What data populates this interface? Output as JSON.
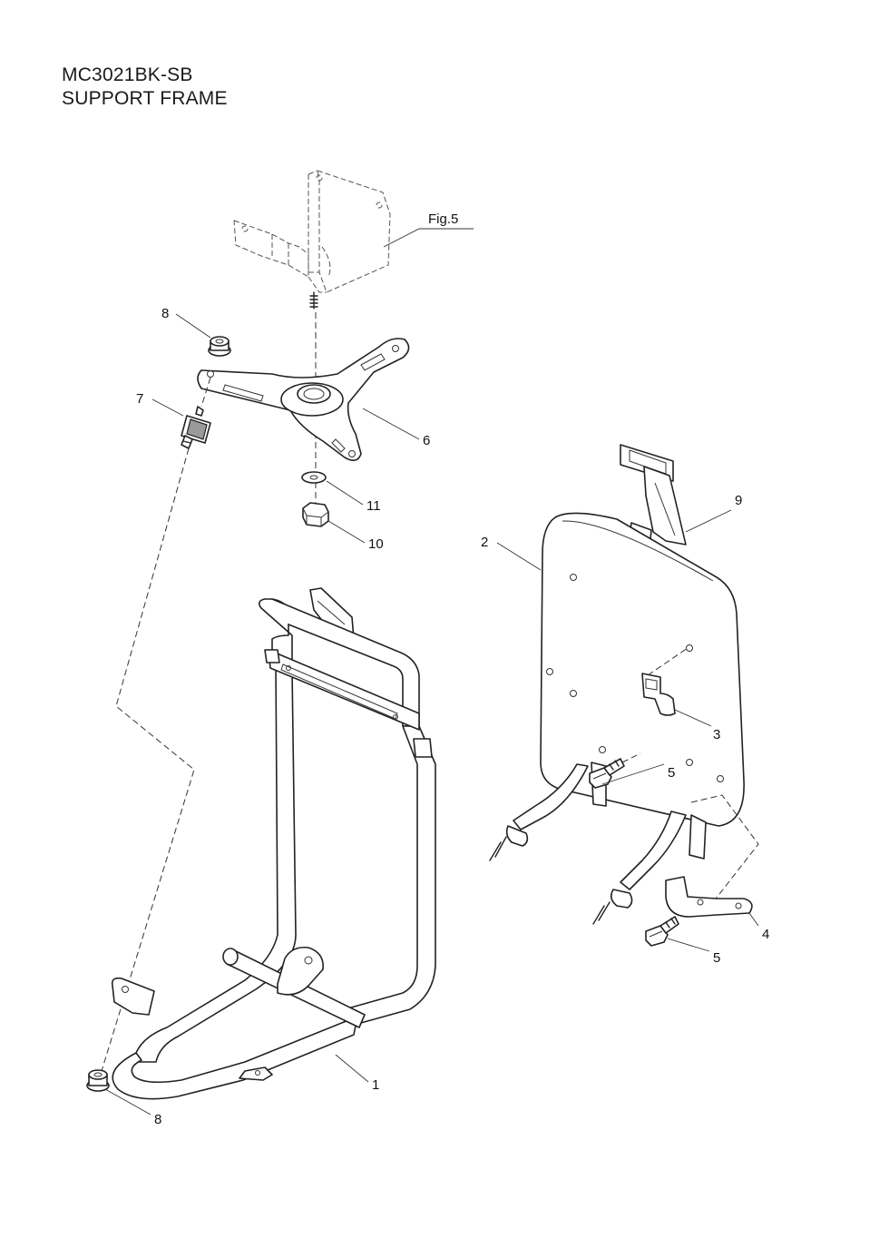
{
  "header": {
    "model": "MC3021BK-SB",
    "section": "SUPPORT FRAME"
  },
  "reference": {
    "label": "Fig.5"
  },
  "callouts": {
    "frame": "1",
    "back_pad": "2",
    "pad_clip": "3",
    "bracket": "4",
    "bolt_upper": "5",
    "bolt_lower": "5",
    "plate": "6",
    "damper": "7",
    "nut_upper": "8",
    "nut_lower": "8",
    "strap": "9",
    "hex_nut": "10",
    "washer": "11"
  }
}
